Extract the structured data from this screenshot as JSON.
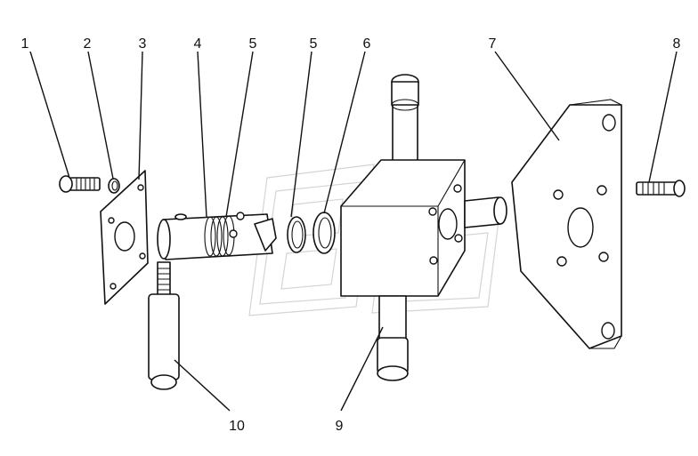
{
  "callouts": [
    {
      "id": "1",
      "label": "1"
    },
    {
      "id": "2",
      "label": "2"
    },
    {
      "id": "3",
      "label": "3"
    },
    {
      "id": "4",
      "label": "4"
    },
    {
      "id": "5a",
      "label": "5"
    },
    {
      "id": "5b",
      "label": "5"
    },
    {
      "id": "6",
      "label": "6"
    },
    {
      "id": "7",
      "label": "7"
    },
    {
      "id": "8",
      "label": "8"
    },
    {
      "id": "9",
      "label": "9"
    },
    {
      "id": "10",
      "label": "10"
    }
  ],
  "colors": {
    "ink": "#111111",
    "background": "#ffffff",
    "watermark": "#d4d4d4"
  }
}
